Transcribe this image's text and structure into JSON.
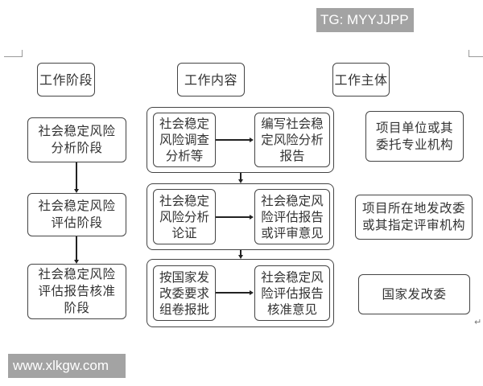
{
  "watermarks": {
    "top": "TG: MYYJJPP",
    "bottom": "www.xlkgw.com"
  },
  "headers": {
    "stage": "工作阶段",
    "content": "工作内容",
    "subject": "工作主体"
  },
  "stages": [
    {
      "label": "社会稳定风险\n分析阶段"
    },
    {
      "label": "社会稳定风险\n评估阶段"
    },
    {
      "label": "社会稳定风险\n评估报告核准\n阶段"
    }
  ],
  "content_groups": [
    {
      "left": "社会稳定\n风险调查\n分析等",
      "right": "编写社会稳\n定风险分析\n报告"
    },
    {
      "left": "社会稳定\n风险分析\n论证",
      "right": "社会稳定风\n险评估报告\n或评审意见"
    },
    {
      "left": "按国家发\n改委要求\n组卷报批",
      "right": "社会稳定风\n险评估报告\n核准意见"
    }
  ],
  "subjects": [
    {
      "label": "项目单位或其\n委托专业机构"
    },
    {
      "label": "项目所在地发改委\n或其指定评审机构"
    },
    {
      "label": "国家发改委"
    }
  ],
  "paragraph_mark": "↵"
}
